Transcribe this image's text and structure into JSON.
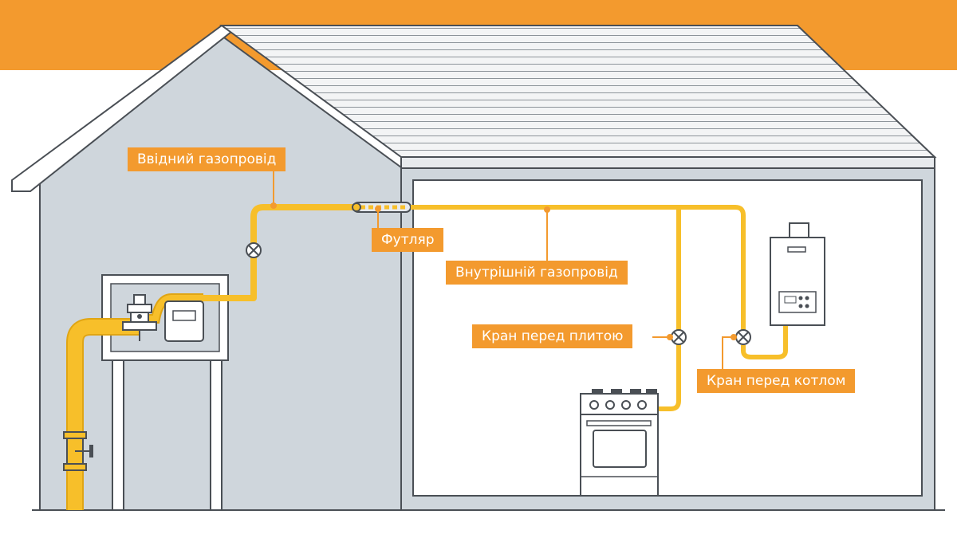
{
  "colors": {
    "accent": "#f39a2e",
    "pipe": "#f7bf2a",
    "pipe_outline": "#e0a514",
    "outline": "#4a4f55",
    "wall": "#cfd6dc",
    "roof": "#f3f4f5"
  },
  "labels": {
    "inlet_pipeline": "Ввідний газопровід",
    "sleeve": "Футляр",
    "internal_pipeline": "Внутрішній газопровід",
    "stove_valve": "Кран перед плитою",
    "boiler_valve": "Кран перед котлом"
  },
  "icons": [
    "gas-regulator-icon",
    "gas-meter-icon",
    "valve-icon",
    "gas-boiler-icon",
    "gas-stove-icon"
  ]
}
